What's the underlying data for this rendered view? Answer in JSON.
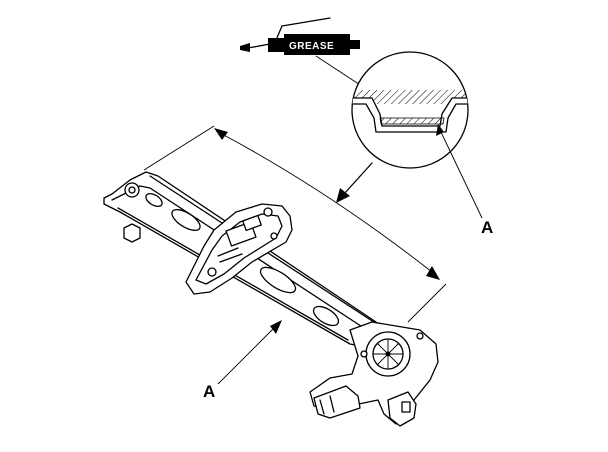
{
  "grease_tag": {
    "text": "GREASE"
  },
  "callouts": [
    {
      "text": "A"
    },
    {
      "text": "A"
    }
  ],
  "icons": {
    "grease_gun": "grease-gun-icon",
    "detail": "magnified-rail-detail"
  },
  "colors": {
    "ink": "#000000",
    "paper": "#ffffff"
  }
}
